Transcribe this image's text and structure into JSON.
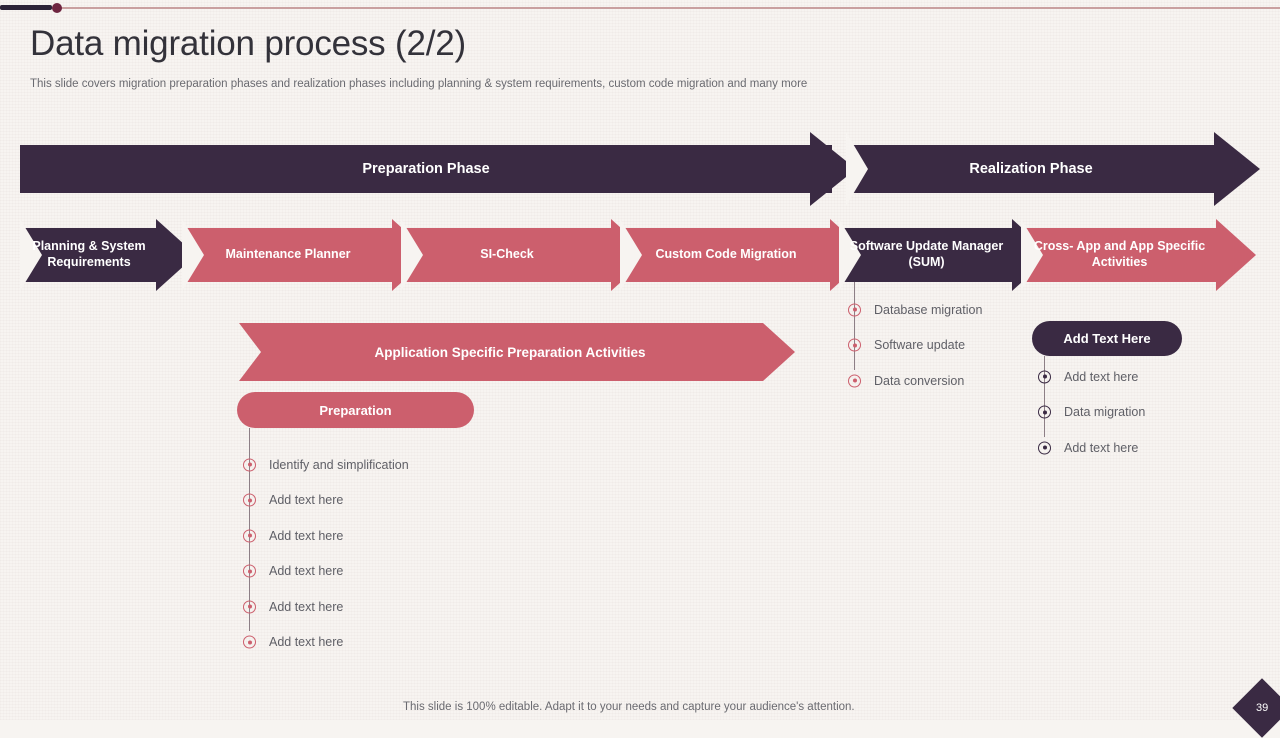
{
  "header": {
    "title": "Data migration process (2/2)",
    "subtitle": "This slide covers migration preparation phases and realization phases including planning & system requirements, custom code migration and many more"
  },
  "colors": {
    "dark_purple": "#3a2a43",
    "pink": "#cc5f6d",
    "background": "#f7f4f1",
    "rule_pink": "#c9a0a0",
    "body_text": "#5f5f66"
  },
  "phases": [
    {
      "label": "Preparation Phase"
    },
    {
      "label": "Realization Phase"
    }
  ],
  "steps": [
    {
      "label": "Planning & System Requirements",
      "color": "dark"
    },
    {
      "label": "Maintenance Planner",
      "color": "pink"
    },
    {
      "label": "SI-Check",
      "color": "pink"
    },
    {
      "label": "Custom Code Migration",
      "color": "pink"
    },
    {
      "label": "Software Update Manager (SUM)",
      "color": "dark"
    },
    {
      "label": "Cross- App and App Specific Activities",
      "color": "pink"
    }
  ],
  "activity_arrow": {
    "label": "Application Specific Preparation Activities"
  },
  "preparation_group": {
    "pill_label": "Preparation",
    "items": [
      "Identify and simplification",
      "Add text here",
      "Add text here",
      "Add text here",
      "Add text here",
      "Add text here"
    ]
  },
  "sum_group": {
    "items": [
      "Database migration",
      "Software update",
      "Data conversion"
    ]
  },
  "cross_app_group": {
    "pill_label": "Add Text Here",
    "items": [
      "Add text here",
      "Data migration",
      "Add text here"
    ]
  },
  "footer": {
    "note": "This slide is 100% editable. Adapt it to your needs and capture your audience's attention.",
    "page_number": "39"
  }
}
